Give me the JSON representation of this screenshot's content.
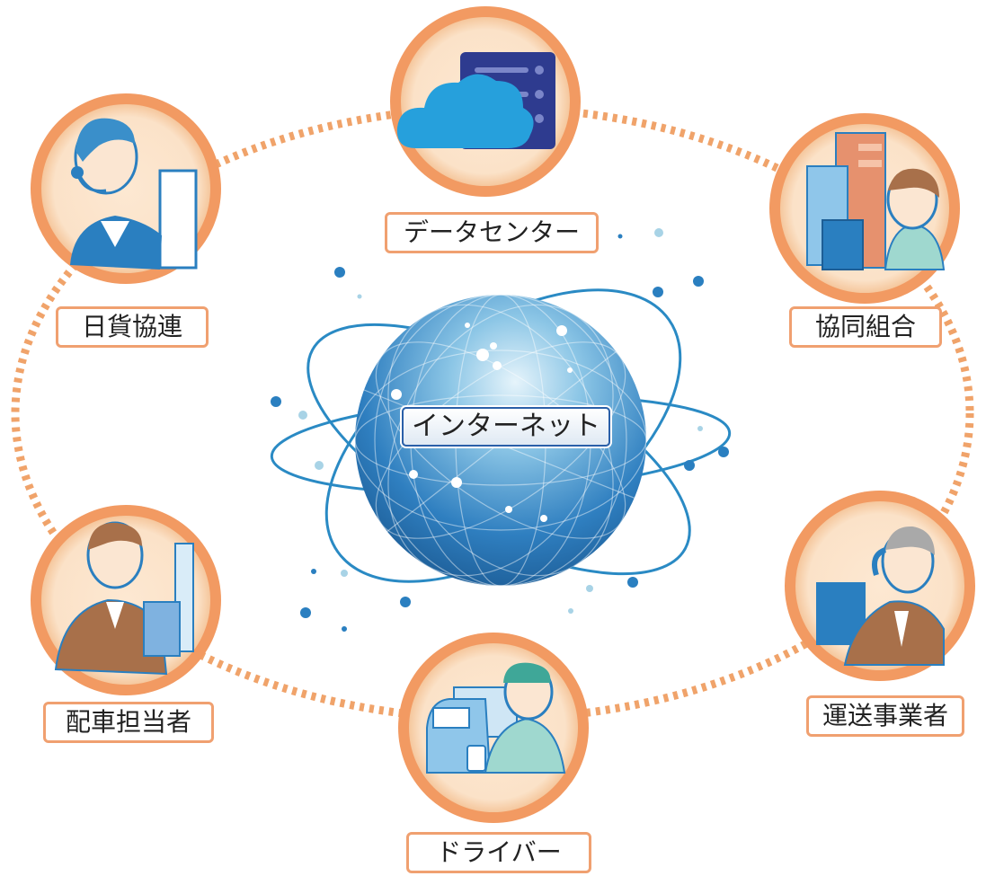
{
  "center": {
    "label": "インターネット"
  },
  "nodes": [
    {
      "id": "datacenter",
      "label": "データセンター",
      "icon": "cloud-server-icon"
    },
    {
      "id": "nikka",
      "label": "日貨協連",
      "icon": "headset-operator-icon"
    },
    {
      "id": "kumiai",
      "label": "協同組合",
      "icon": "office-worker-icon"
    },
    {
      "id": "haisha",
      "label": "配車担当者",
      "icon": "dispatcher-icon"
    },
    {
      "id": "unso",
      "label": "運送事業者",
      "icon": "phone-manager-icon"
    },
    {
      "id": "driver",
      "label": "ドライバー",
      "icon": "truck-driver-icon"
    }
  ],
  "colors": {
    "ring": "#f29a62",
    "dots": "#f0a36a",
    "globe": "#2f7fc0",
    "orbit": "#2a8ac4",
    "label_border": "#f0a070"
  }
}
